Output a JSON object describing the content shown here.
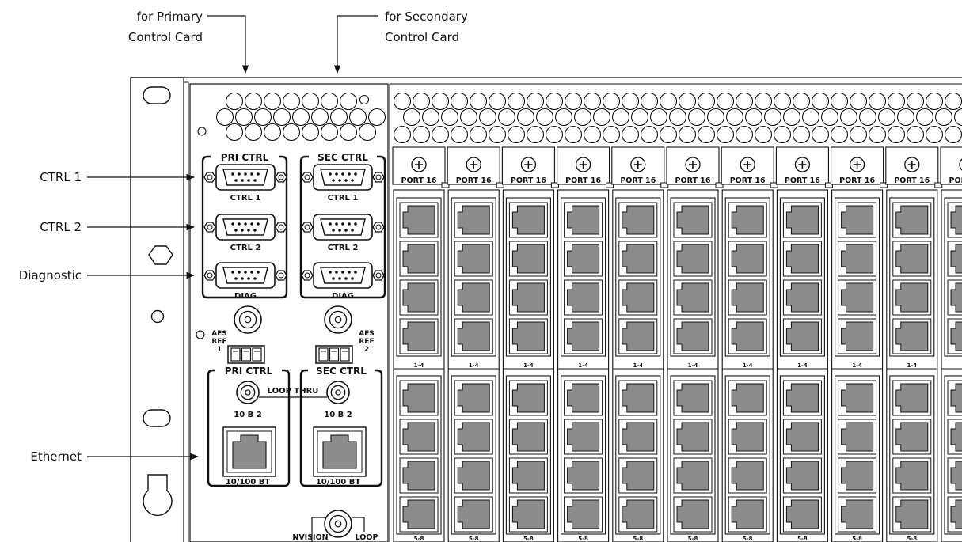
{
  "callouts": {
    "primary_line1": "for Primary",
    "primary_line2": "Control Card",
    "secondary_line1": "for Secondary",
    "secondary_line2": "Control Card",
    "ctrl1": "CTRL 1",
    "ctrl2": "CTRL 2",
    "diagnostic": "Diagnostic",
    "ethernet": "Ethernet"
  },
  "control_panel": {
    "pri_ctrl": "PRI CTRL",
    "sec_ctrl": "SEC CTRL",
    "ctrl1": "CTRL 1",
    "ctrl2": "CTRL 2",
    "diag": "DIAG",
    "aes": "AES",
    "ref": "REF",
    "aes_num_1": "1",
    "aes_num_2": "2",
    "loop_thru": "LOOP THRU",
    "ten_b_2": "10 B 2",
    "ten_100_bt": "10/100 BT",
    "nvision": "NVISION",
    "loop": "LOOP"
  },
  "port_card": {
    "port_label": "PORT 16",
    "upper_range": "1-4",
    "lower_range": "5-8"
  },
  "colors": {
    "line": "#111111",
    "jack_fill": "#8c8c8c",
    "panel_fill": "#ffffff"
  },
  "icons": {
    "screw": "screw-icon",
    "arrow": "arrowhead-icon"
  }
}
